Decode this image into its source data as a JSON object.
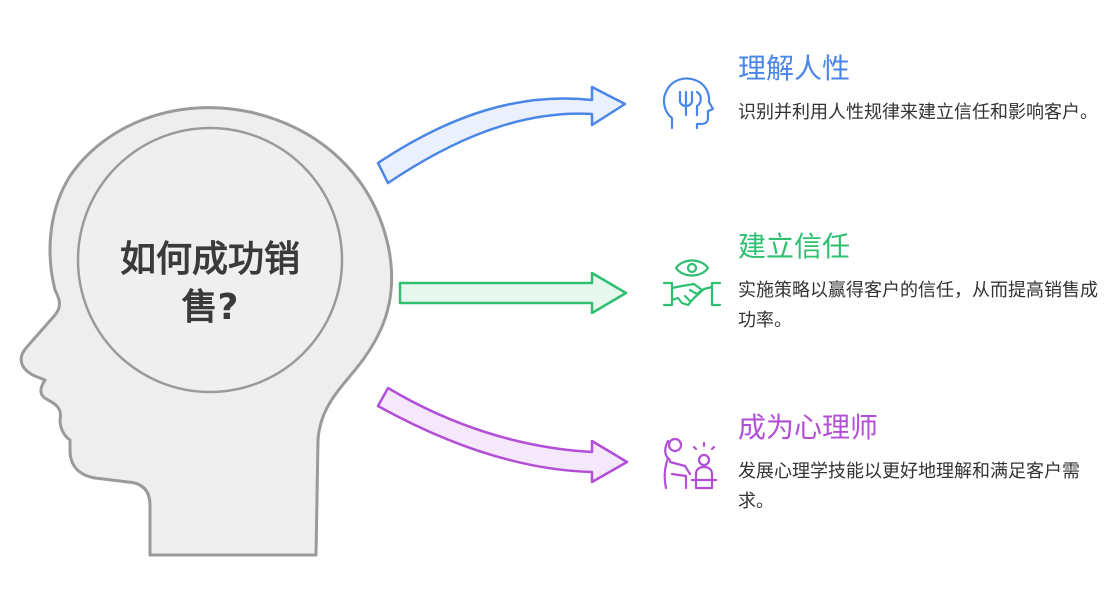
{
  "center": {
    "line1": "如何成功销",
    "line2": "售?"
  },
  "items": [
    {
      "title": "理解人性",
      "desc": "识别并利用人性规律来建立信任和影响客户。",
      "color": "#4a86e8",
      "fill": "#eaf1fd",
      "icon": "head-brain-icon"
    },
    {
      "title": "建立信任",
      "desc": "实施策略以赢得客户的信任，从而提高销售成功率。",
      "color": "#2fbf71",
      "fill": "#e6f8ee",
      "icon": "eye-handshake-icon"
    },
    {
      "title": "成为心理师",
      "desc": "发展心理学技能以更好地理解和满足客户需求。",
      "color": "#b24fd6",
      "fill": "#f6e8fb",
      "icon": "therapist-session-icon"
    }
  ]
}
